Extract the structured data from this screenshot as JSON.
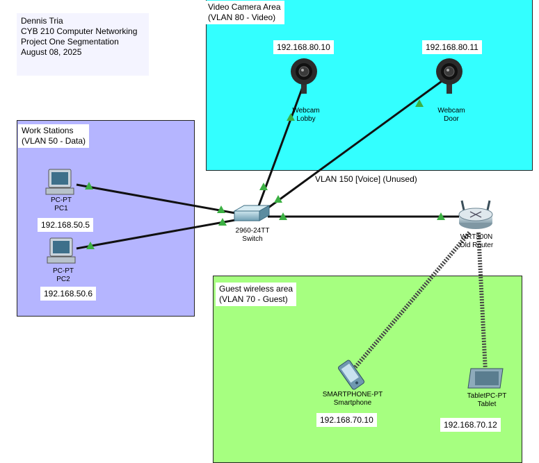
{
  "header_note": {
    "lines": [
      "Dennis Tria",
      "CYB 210 Computer Networking",
      "Project One Segmentation",
      "August 08, 2025"
    ]
  },
  "zones": {
    "video": {
      "line1": "Video Camera Area",
      "line2": "(VLAN 80 - Video)",
      "color": "#33ffff"
    },
    "workstations": {
      "line1": "Work Stations",
      "line2": "(VLAN 50 - Data)",
      "color": "#b5b5ff"
    },
    "guest": {
      "line1": "Guest wireless area",
      "line2": "(VLAN 70 - Guest)",
      "color": "#a6ff80"
    }
  },
  "voice_label": "VLAN 150 [Voice] (Unused)",
  "devices": {
    "cam_lobby": {
      "type": "Webcam",
      "name": "Lobby",
      "ip": "192.168.80.10",
      "icon": "webcam-icon"
    },
    "cam_door": {
      "type": "Webcam",
      "name": "Door",
      "ip": "192.168.80.11",
      "icon": "webcam-icon"
    },
    "pc1": {
      "type": "PC-PT",
      "name": "PC1",
      "ip": "192.168.50.5",
      "icon": "pc-icon"
    },
    "pc2": {
      "type": "PC-PT",
      "name": "PC2",
      "ip": "192.168.50.6",
      "icon": "pc-icon"
    },
    "switch": {
      "type": "2960-24TT",
      "name": "Switch",
      "icon": "switch-icon"
    },
    "router": {
      "type": "WRT300N",
      "name": "Old Router",
      "icon": "wireless-router-icon"
    },
    "smartphone": {
      "type": "SMARTPHONE-PT",
      "name": "Smartphone",
      "ip": "192.168.70.10",
      "icon": "smartphone-icon"
    },
    "tablet": {
      "type": "TabletPC-PT",
      "name": "Tablet",
      "ip": "192.168.70.12",
      "icon": "tablet-icon"
    }
  },
  "colors": {
    "link": "#111111",
    "link_indicator": "#3cb043",
    "wireless": "#444444"
  }
}
